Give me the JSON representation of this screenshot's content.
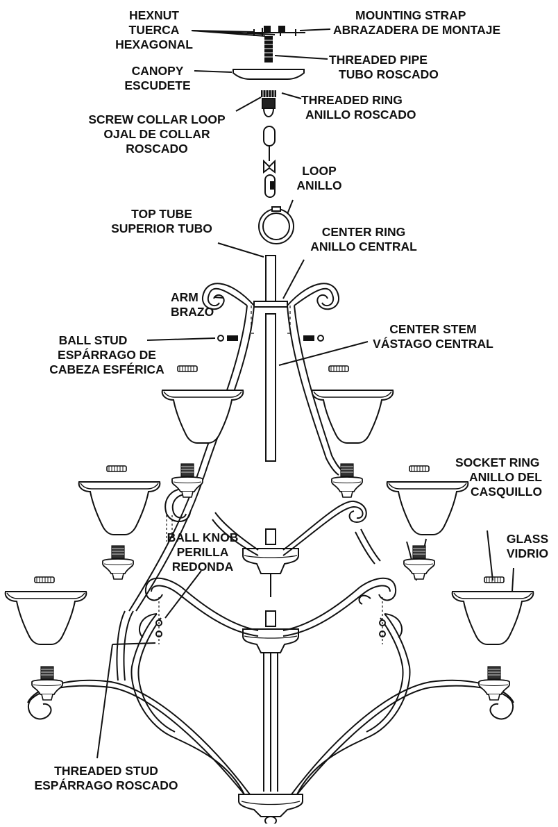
{
  "labels": {
    "hexnut": [
      "HEXNUT",
      "TUERCA",
      "HEXAGONAL"
    ],
    "mounting_strap": [
      "MOUNTING STRAP",
      "ABRAZADERA DE MONTAJE"
    ],
    "threaded_pipe": [
      "THREADED PIPE",
      "TUBO ROSCADO"
    ],
    "canopy": [
      "CANOPY",
      "ESCUDETE"
    ],
    "threaded_ring": [
      "THREADED RING",
      "ANILLO ROSCADO"
    ],
    "screw_collar_loop": [
      "SCREW COLLAR LOOP",
      "OJAL DE COLLAR",
      "ROSCADO"
    ],
    "loop": [
      "LOOP",
      "ANILLO"
    ],
    "top_tube": [
      "TOP TUBE",
      "SUPERIOR TUBO"
    ],
    "center_ring": [
      "CENTER RING",
      "ANILLO CENTRAL"
    ],
    "arm": [
      "ARM",
      "BRAZO"
    ],
    "center_stem": [
      "CENTER STEM",
      "VÁSTAGO CENTRAL"
    ],
    "ball_stud": [
      "BALL STUD",
      "ESPÁRRAGO DE",
      "CABEZA ESFÉRICA"
    ],
    "socket_ring": [
      "SOCKET RING",
      "ANILLO DEL",
      "CASQUILLO"
    ],
    "glass": [
      "GLASS",
      "VIDRIO"
    ],
    "ball_knob": [
      "BALL KNOB",
      "PERILLA",
      "REDONDA"
    ],
    "threaded_stud": [
      "THREADED STUD",
      "ESPÁRRAGO ROSCADO"
    ]
  },
  "colors": {
    "line": "#111111",
    "background": "#ffffff"
  }
}
